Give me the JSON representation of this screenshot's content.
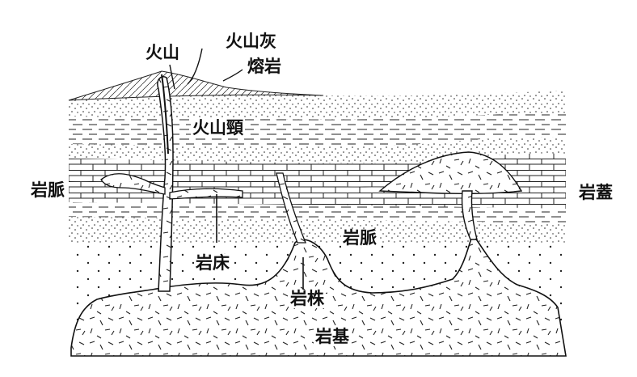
{
  "labels": {
    "volcano": "火山",
    "volcanic_ash": "火山灰",
    "lava": "熔岩",
    "volcanic_neck": "火山頸",
    "dike_left": "岩脈",
    "dike_center": "岩脈",
    "laccolith": "岩蓋",
    "sill": "岩床",
    "stock": "岩株",
    "batholith": "岩基"
  }
}
